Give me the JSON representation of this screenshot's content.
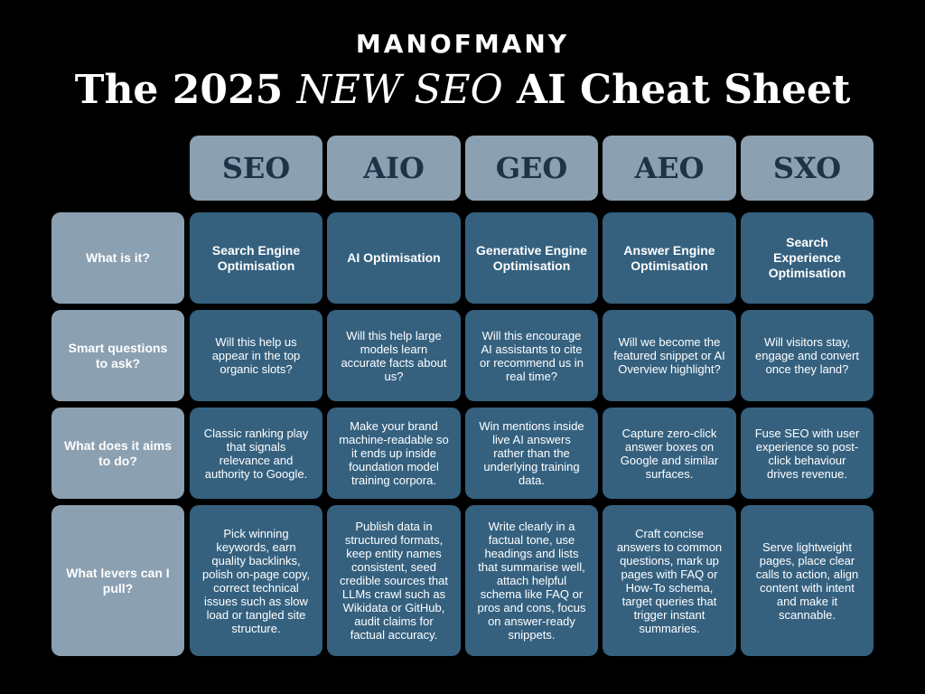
{
  "header": {
    "brand": "MANOFMANY",
    "title_part1": "The 2025 ",
    "title_italic": "NEW SEO",
    "title_part2": " AI Cheat Sheet"
  },
  "columns": [
    "SEO",
    "AIO",
    "GEO",
    "AEO",
    "SXO"
  ],
  "rows": [
    {
      "label": "What is it?",
      "cells": [
        "Search Engine Optimisation",
        "AI Optimisation",
        "Generative Engine Optimisation",
        "Answer Engine Optimisation",
        "Search Experience Optimisation"
      ]
    },
    {
      "label": "Smart questions to ask?",
      "cells": [
        "Will this help us appear in the top organic slots?",
        "Will this help large models learn accurate facts about us?",
        "Will this encourage AI assistants to cite or recommend us in real time?",
        "Will we become the featured snippet or AI Overview highlight?",
        "Will visitors stay, engage and convert once they land?"
      ]
    },
    {
      "label": "What does it aims to do?",
      "cells": [
        "Classic ranking play that signals relevance and authority to Google.",
        "Make your brand machine-readable so it ends up inside foundation model training corpora.",
        "Win mentions inside live AI answers rather than the underlying training data.",
        "Capture zero-click answer boxes on Google and similar surfaces.",
        "Fuse SEO with user experience so post-click behaviour drives revenue."
      ]
    },
    {
      "label": "What levers can I pull?",
      "cells": [
        "Pick winning keywords, earn quality backlinks, polish on-page copy, correct technical issues such as slow load or tangled site structure.",
        "Publish data in structured formats, keep entity names consistent, seed credible sources that LLMs crawl such as Wikidata or GitHub, audit claims for factual accuracy.",
        "Write clearly in a factual tone, use headings and lists that summarise well, attach helpful schema like FAQ or pros and cons, focus on answer-ready snippets.",
        "Craft concise answers to common questions, mark up pages with FAQ or How-To schema, target queries that trigger instant summaries.",
        "Serve lightweight pages, place clear calls to action, align content with intent and make it scannable."
      ]
    }
  ]
}
